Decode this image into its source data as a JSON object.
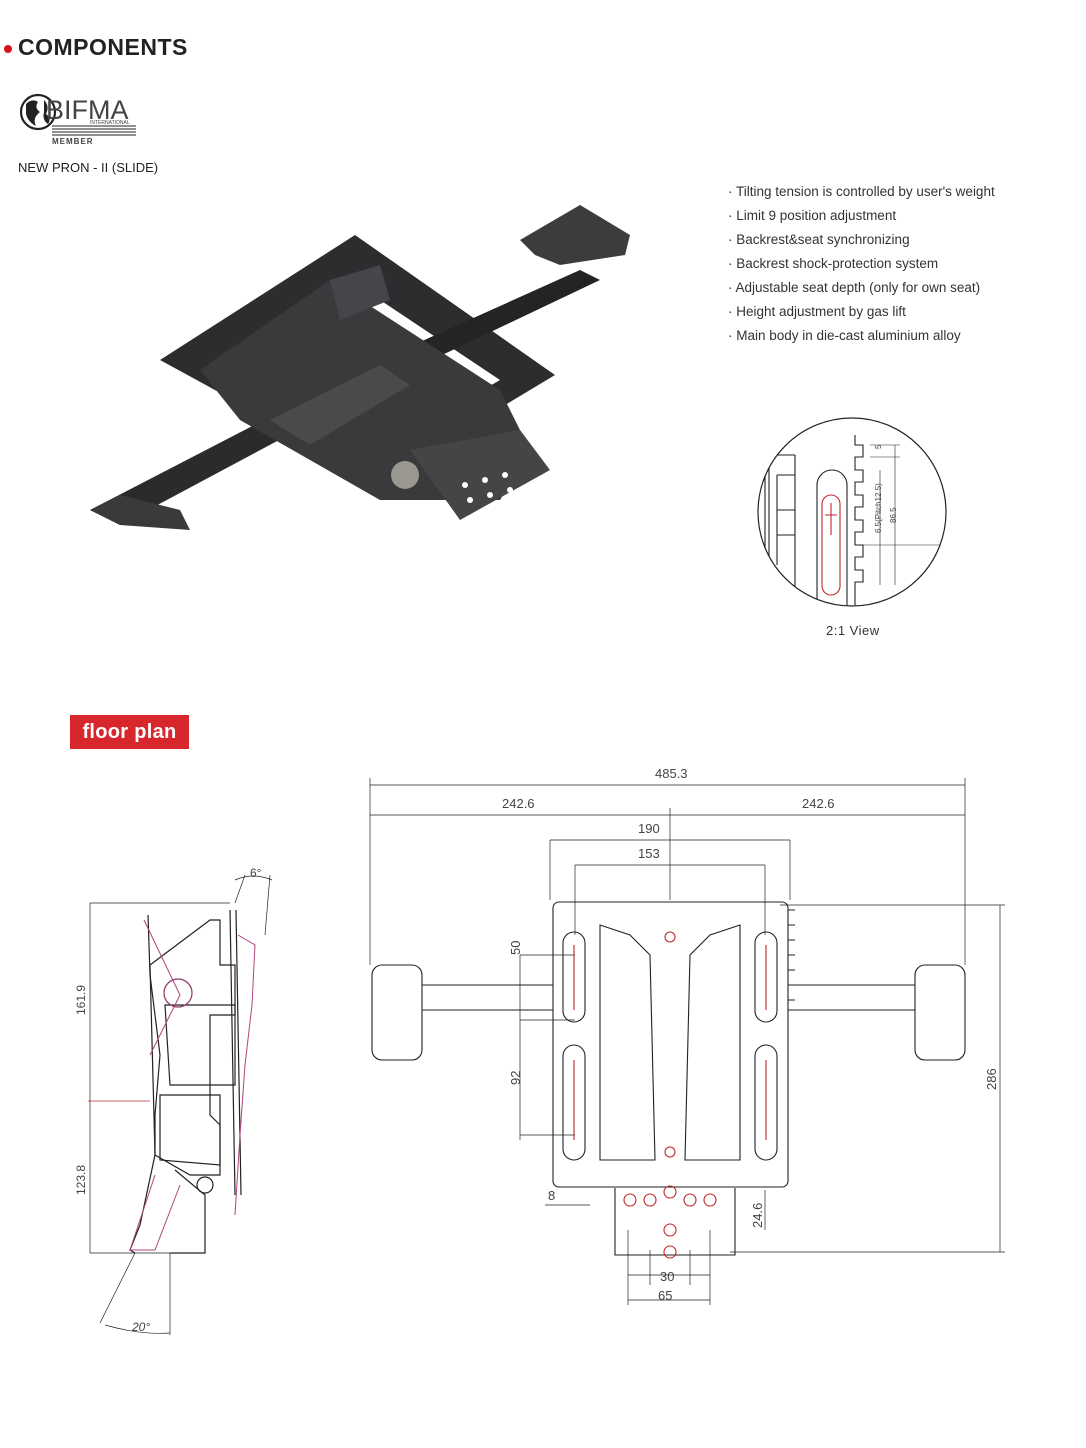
{
  "header": {
    "title": "COMPONENTS",
    "accent_color": "#d4141a"
  },
  "logo": {
    "icon": "bifma-logo",
    "text": "BIFMA",
    "sub": "INTERNATIONAL",
    "member": "MEMBER"
  },
  "product": {
    "name": "NEW PRON - II (SLIDE)",
    "image_icon": "chair-mechanism-illustration"
  },
  "features": [
    "· Tilting tension is controlled by user's weight",
    "· Limit 9 position adjustment",
    "· Backrest&seat synchronizing",
    "· Backrest shock-protection system",
    "· Adjustable seat depth (only for own seat)",
    "· Height adjustment by gas lift",
    "· Main body in die-cast aluminium alloy"
  ],
  "detail_view": {
    "caption": "2:1 View",
    "dims": {
      "tooth": "5",
      "pitch": "6.5(Pitch12.5)",
      "height": "86.5"
    }
  },
  "floor_plan": {
    "label": "floor plan",
    "badge_color": "#d7262c",
    "side": {
      "angle_top": "6°",
      "angle_bottom": "20°",
      "upper": "161.9",
      "lower": "123.8"
    },
    "top": {
      "total_width": "485.3",
      "half_left": "242.6",
      "half_right": "242.6",
      "plate_width": "190",
      "slot_spacing": "153",
      "slot_upper": "50",
      "slot_lower": "92",
      "edge": "8",
      "total_depth": "286",
      "offset": "24.6",
      "hole_spacing": "30",
      "hole_span": "65"
    }
  }
}
